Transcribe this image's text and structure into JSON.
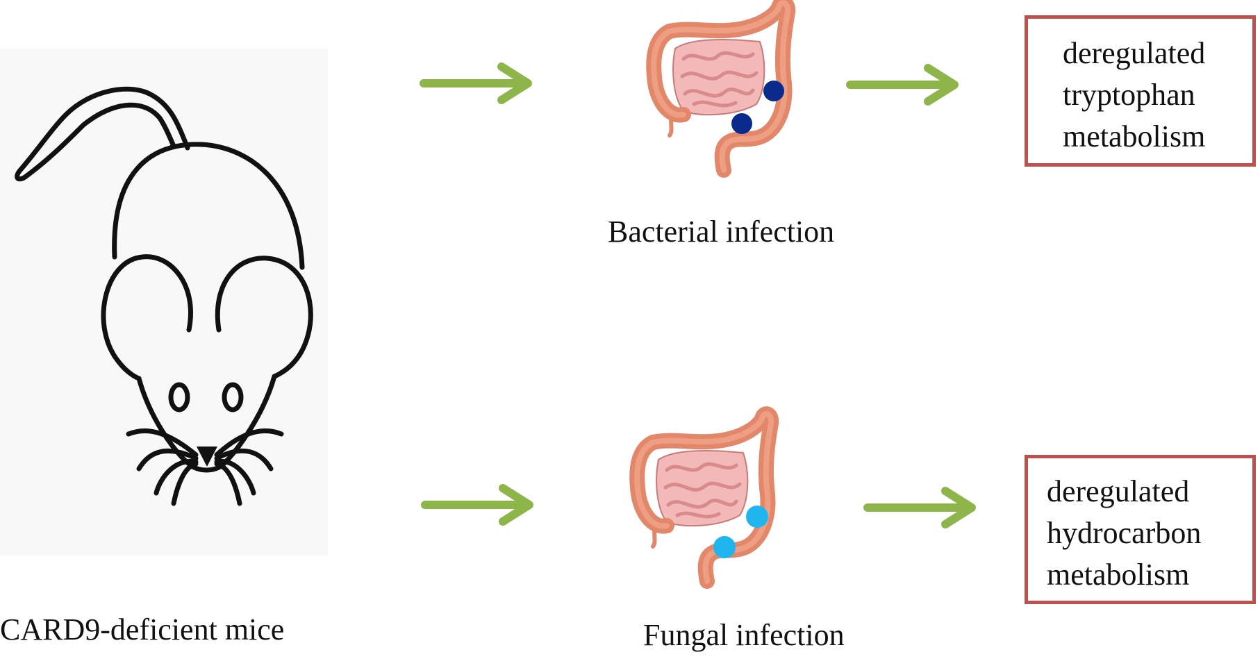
{
  "subject": {
    "label": "CARD9-deficient mice",
    "icon": "mouse-icon"
  },
  "pathways": [
    {
      "infection_label": "Bacterial infection",
      "organ_icon": "intestine-icon",
      "marker_color": "#0a2a8c",
      "outcome_lines": [
        "deregulated",
        "tryptophan",
        "metabolism"
      ]
    },
    {
      "infection_label": "Fungal infection",
      "organ_icon": "intestine-icon",
      "marker_color": "#1fb6ef",
      "outcome_lines": [
        "deregulated",
        "hydrocarbon",
        "metabolism"
      ]
    }
  ],
  "colors": {
    "arrow": "#8db54a",
    "outcome_border": "#c0504d",
    "intestine_large": "#e3876a",
    "intestine_small": "#f0b0b0"
  }
}
